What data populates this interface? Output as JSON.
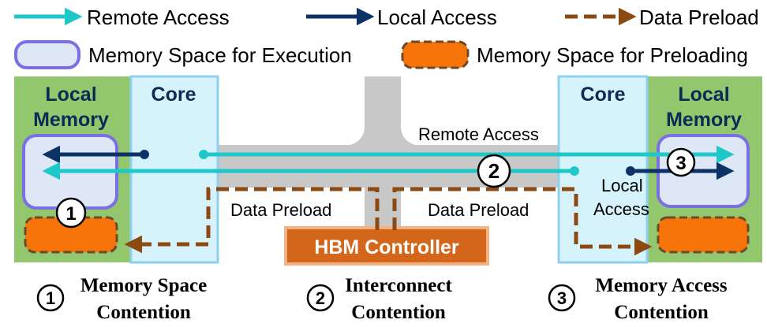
{
  "legend": {
    "remote_access": "Remote Access",
    "local_access": "Local Access",
    "data_preload": "Data Preload",
    "memory_execution": "Memory Space for Execution",
    "memory_preloading": "Memory Space for Preloading"
  },
  "left_node": {
    "local_memory_line1": "Local",
    "local_memory_line2": "Memory",
    "core": "Core"
  },
  "right_node": {
    "local_memory_line1": "Local",
    "local_memory_line2": "Memory",
    "core": "Core"
  },
  "interconnect": {
    "remote_access_label": "Remote Access",
    "preload_left_label": "Data Preload",
    "preload_right_label": "Data Preload",
    "local_access_line1": "Local",
    "local_access_line2": "Access"
  },
  "hbm_controller": "HBM Controller",
  "markers": {
    "m1": "1",
    "m2": "2",
    "m3": "3"
  },
  "captions": {
    "c1_num": "1",
    "c1_line1": "Memory Space",
    "c1_line2": "Contention",
    "c2_num": "2",
    "c2_line1": "Interconnect",
    "c2_line2": "Contention",
    "c3_num": "3",
    "c3_line1": "Memory Access",
    "c3_line2": "Contention"
  },
  "colors": {
    "remote": "#1ec8c8",
    "local": "#0d3366",
    "preload": "#8a4a12",
    "memory_green": "#92c76e",
    "core_fill": "#d6f3fb",
    "core_stroke": "#8fd0f0",
    "exec_fill": "#dde7f6",
    "exec_stroke": "#7b6fe6",
    "preload_fill": "#f7740b",
    "interconnect": "#c8c8c8",
    "hbm_fill": "#d4661c",
    "hbm_stroke": "#f4b183"
  }
}
